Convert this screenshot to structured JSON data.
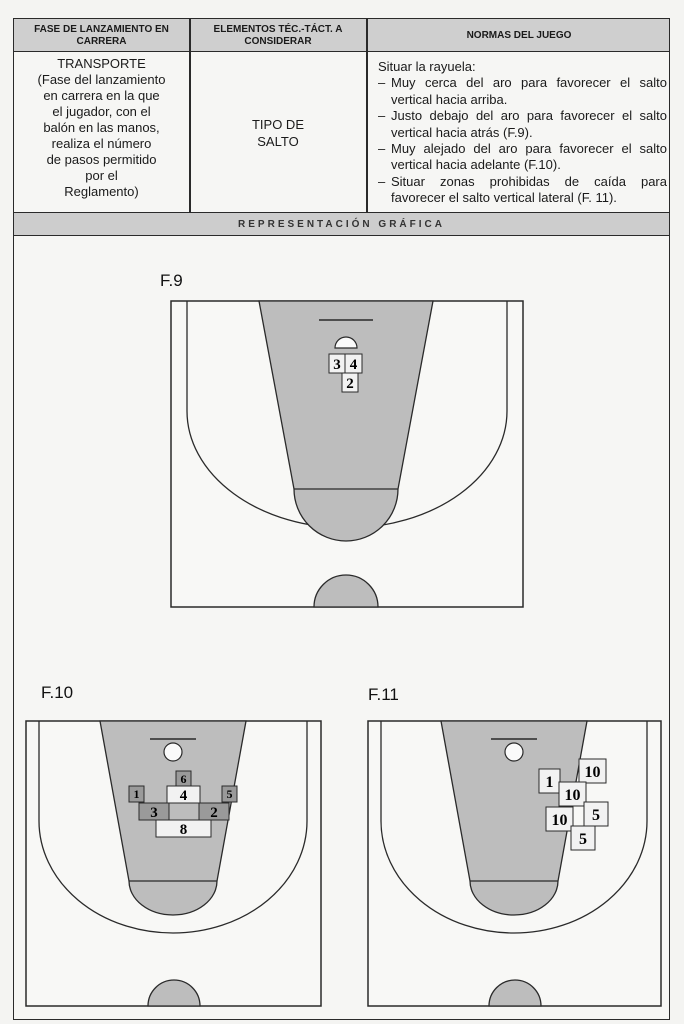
{
  "table": {
    "headers": {
      "col1": "FASE DE LANZAMIENTO EN CARRERA",
      "col2": "ELEMENTOS TÉC.-TÁCT. A CONSIDERAR",
      "col3": "NORMAS DEL JUEGO"
    },
    "col1_lines": [
      "TRANSPORTE",
      "(Fase del lanzamiento",
      "en carrera en la que",
      "el jugador, con el",
      "balón en las manos,",
      "realiza el número",
      "de pasos permitido",
      "por el",
      "Reglamento)"
    ],
    "col2_lines": [
      "TIPO DE",
      "SALTO"
    ],
    "col3_intro": "Situar la rayuela:",
    "col3_rules": [
      "Muy cerca del aro para favorecer el salto vertical hacia arriba.",
      "Justo debajo del aro para favorecer el salto vertical hacia atrás (F.9).",
      "Muy alejado del aro para favorecer el salto vertical hacia adelante (F.10).",
      "Situar zonas prohibidas de caída para favorecer el salto vertical lateral (F. 11)."
    ],
    "rule_marker": "–"
  },
  "band_title": "REPRESENTACIÓN GRÁFICA",
  "figures": {
    "f9": {
      "label": "F.9",
      "boxes": [
        {
          "n": "3",
          "shade": "light"
        },
        {
          "n": "4",
          "shade": "light"
        },
        {
          "n": "2",
          "shade": "light"
        }
      ]
    },
    "f10": {
      "label": "F.10",
      "boxes": [
        {
          "n": "6",
          "shade": "dark"
        },
        {
          "n": "1",
          "shade": "dark"
        },
        {
          "n": "4",
          "shade": "light"
        },
        {
          "n": "5",
          "shade": "dark"
        },
        {
          "n": "3",
          "shade": "dark"
        },
        {
          "n": "2",
          "shade": "dark"
        },
        {
          "n": "8",
          "shade": "light"
        }
      ]
    },
    "f11": {
      "label": "F.11",
      "boxes": [
        {
          "n": "1",
          "shade": "light"
        },
        {
          "n": "10",
          "shade": "light"
        },
        {
          "n": "10",
          "shade": "light"
        },
        {
          "n": "10",
          "shade": "light"
        },
        {
          "n": "5",
          "shade": "light"
        },
        {
          "n": "5",
          "shade": "light"
        }
      ]
    }
  },
  "colors": {
    "paint": "#bdbdbd",
    "line": "#2a2a2a",
    "box_light": "#f2f2f2",
    "box_dark": "#9a9a9a"
  }
}
